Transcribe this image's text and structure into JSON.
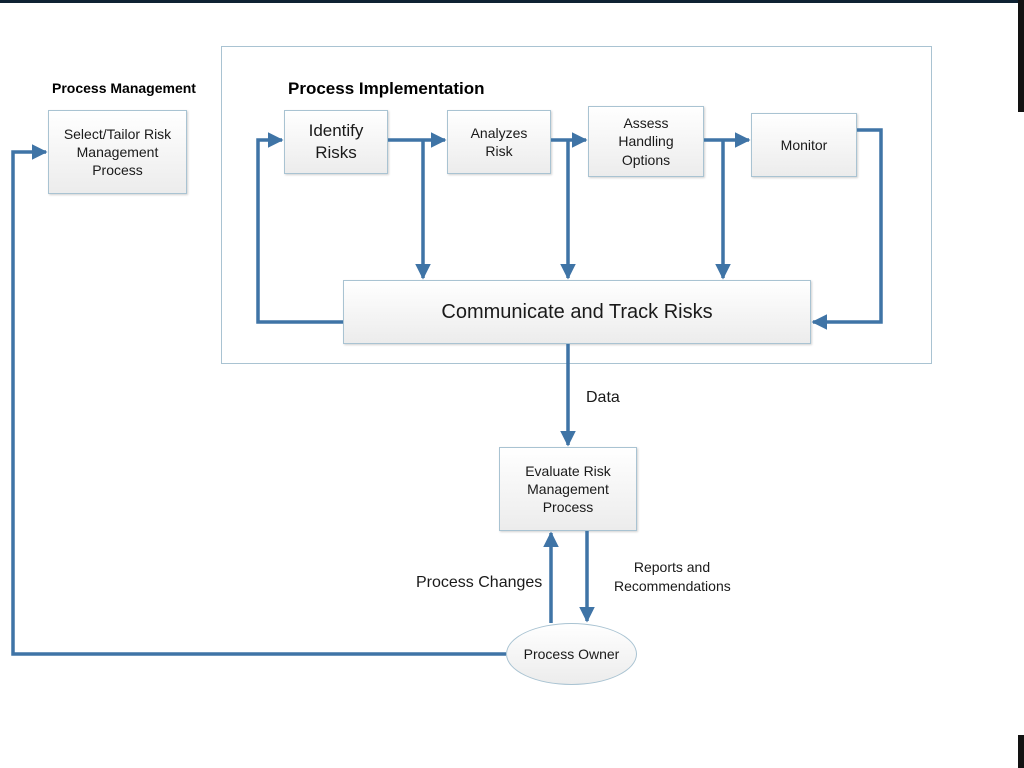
{
  "headings": {
    "process_management": "Process Management",
    "process_implementation": "Process Implementation"
  },
  "nodes": {
    "select_tailor": "Select/Tailor Risk Management Process",
    "identify": "Identify Risks",
    "analyze": "Analyzes Risk",
    "assess": "Assess Handling Options",
    "monitor": "Monitor",
    "communicate": "Communicate and Track Risks",
    "evaluate": "Evaluate Risk Management Process",
    "process_owner": "Process Owner"
  },
  "edge_labels": {
    "data": "Data",
    "process_changes": "Process Changes",
    "reports": "Reports and Recommendations"
  },
  "colors": {
    "arrow": "#3f74a6",
    "box_border": "#a9c3d2"
  }
}
